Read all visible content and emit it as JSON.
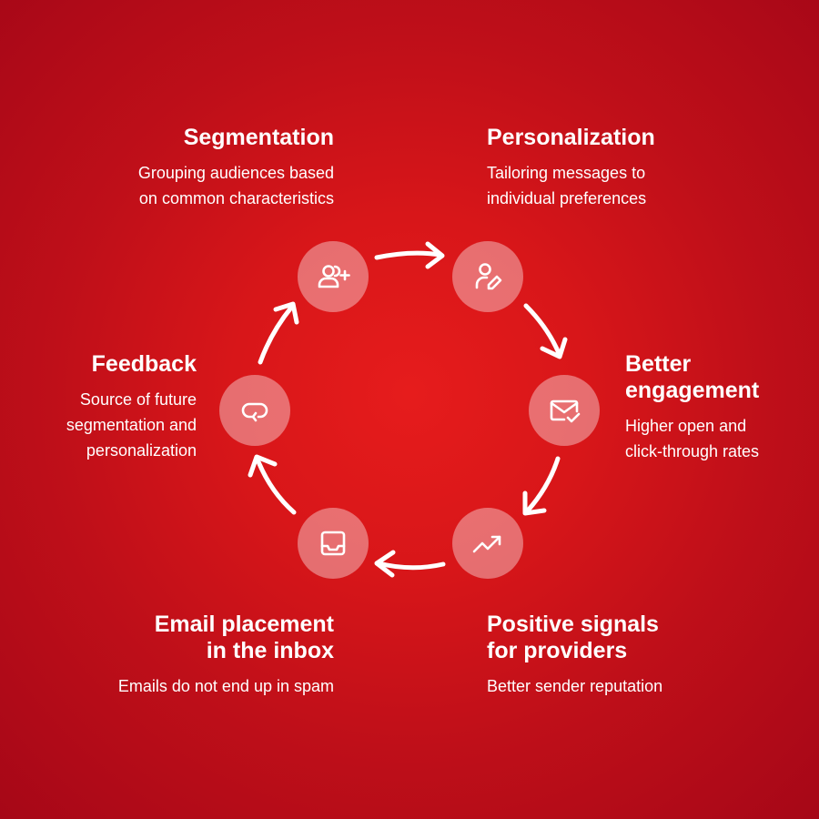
{
  "steps": [
    {
      "title": [
        "Segmentation"
      ],
      "desc": [
        "Grouping audiences based",
        "on common characteristics"
      ],
      "icon": "add-users-icon"
    },
    {
      "title": [
        "Personalization"
      ],
      "desc": [
        "Tailoring messages to",
        "individual preferences"
      ],
      "icon": "user-edit-icon"
    },
    {
      "title": [
        "Better",
        "engagement"
      ],
      "desc": [
        "Higher open and",
        "click-through rates"
      ],
      "icon": "mail-check-icon"
    },
    {
      "title": [
        "Positive signals",
        "for providers"
      ],
      "desc": [
        "Better sender reputation"
      ],
      "icon": "trending-up-icon"
    },
    {
      "title": [
        "Email placement",
        "in the inbox"
      ],
      "desc": [
        "Emails do not end up in spam"
      ],
      "icon": "inbox-icon"
    },
    {
      "title": [
        "Feedback"
      ],
      "desc": [
        "Source of future",
        "segmentation and",
        "personalization"
      ],
      "icon": "loop-icon"
    }
  ],
  "colors": {
    "background_center": "#e61c1c",
    "background_edge": "#a60717",
    "text": "#ffffff"
  }
}
